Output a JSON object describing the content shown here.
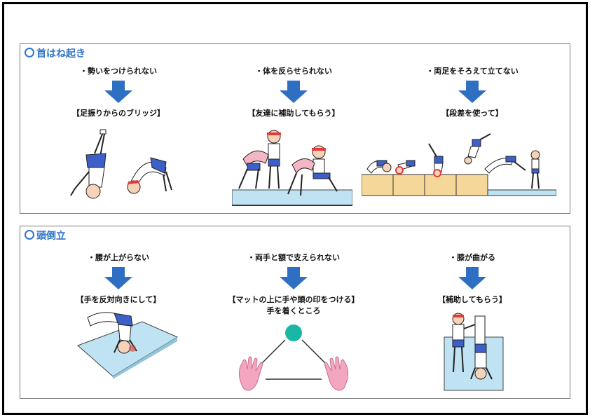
{
  "sections": [
    {
      "title": "首はね起き",
      "items": [
        {
          "problem": "・勢いをつけられない",
          "solution": "【足振りからのブリッジ】"
        },
        {
          "problem": "・体を反らせられない",
          "solution": "【友達に補助してもらう】"
        },
        {
          "problem": "・両足をそろえて立てない",
          "solution": "【段差を使って】"
        }
      ]
    },
    {
      "title": "頭倒立",
      "items": [
        {
          "problem": "・腰が上がらない",
          "solution": "【手を反対向きにして】"
        },
        {
          "problem": "・両手と額で支えられない",
          "solution": "【マットの上に手や頭の印をつける】",
          "note": "手を着くところ"
        },
        {
          "problem": "・膝が曲がる",
          "solution": "【補助してもらう】"
        }
      ]
    }
  ],
  "colors": {
    "accent": "#2f75c9",
    "arrow": "#2e6fc4",
    "mat": "#bfe3f2",
    "step": "#f5d79a",
    "head_mark": "#1bb7a6",
    "hand_mark": "#f4a6c0"
  },
  "icons": [
    "arrow-down-icon",
    "ring-icon",
    "hand-icon",
    "head-mark-icon"
  ]
}
